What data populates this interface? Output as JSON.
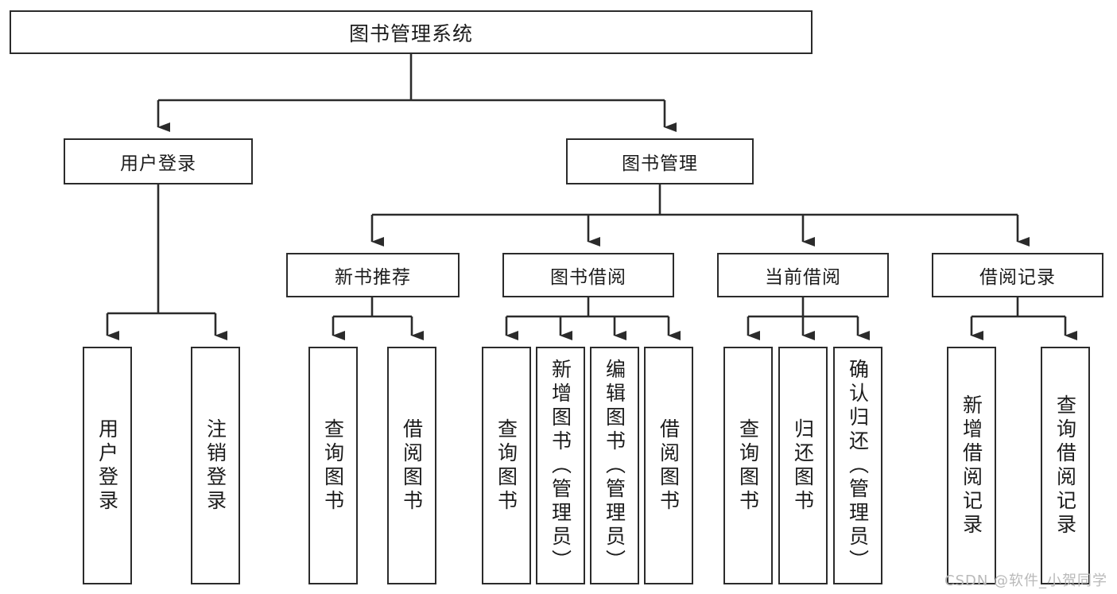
{
  "diagram": {
    "title": "图书管理系统",
    "watermark": "CSDN @软件_小贺同学",
    "stroke_color": "#2b2b2b",
    "text_color": "#1c1c1c",
    "background": "#ffffff",
    "watermark_color": "#b9b9b9"
  },
  "nodes": {
    "root": {
      "label": "图书管理系统"
    },
    "level2": [
      {
        "label": "用户登录"
      },
      {
        "label": "图书管理"
      }
    ],
    "level3": [
      {
        "label": "新书推荐"
      },
      {
        "label": "图书借阅"
      },
      {
        "label": "当前借阅"
      },
      {
        "label": "借阅记录"
      }
    ],
    "leaves": [
      {
        "label": "用户登录"
      },
      {
        "label": "注销登录"
      },
      {
        "label": "查询图书"
      },
      {
        "label": "借阅图书"
      },
      {
        "label": "查询图书"
      },
      {
        "label": "新增图书（管理员）"
      },
      {
        "label": "编辑图书（管理员）"
      },
      {
        "label": "借阅图书"
      },
      {
        "label": "查询图书"
      },
      {
        "label": "归还图书"
      },
      {
        "label": "确认归还（管理员）"
      },
      {
        "label": "新增借阅记录"
      },
      {
        "label": "查询借阅记录"
      }
    ]
  },
  "chart_data": {
    "type": "tree",
    "title": "图书管理系统",
    "root": "图书管理系统",
    "edges": [
      [
        "图书管理系统",
        "用户登录"
      ],
      [
        "图书管理系统",
        "图书管理"
      ],
      [
        "用户登录",
        "用户登录 "
      ],
      [
        "用户登录",
        "注销登录"
      ],
      [
        "图书管理",
        "新书推荐"
      ],
      [
        "图书管理",
        "图书借阅"
      ],
      [
        "图书管理",
        "当前借阅"
      ],
      [
        "图书管理",
        "借阅记录"
      ],
      [
        "新书推荐",
        "查询图书"
      ],
      [
        "新书推荐",
        "借阅图书"
      ],
      [
        "图书借阅",
        "查询图书"
      ],
      [
        "图书借阅",
        "新增图书（管理员）"
      ],
      [
        "图书借阅",
        "编辑图书（管理员）"
      ],
      [
        "图书借阅",
        "借阅图书"
      ],
      [
        "当前借阅",
        "查询图书"
      ],
      [
        "当前借阅",
        "归还图书"
      ],
      [
        "当前借阅",
        "确认归还（管理员）"
      ],
      [
        "借阅记录",
        "新增借阅记录"
      ],
      [
        "借阅记录",
        "查询借阅记录"
      ]
    ]
  }
}
